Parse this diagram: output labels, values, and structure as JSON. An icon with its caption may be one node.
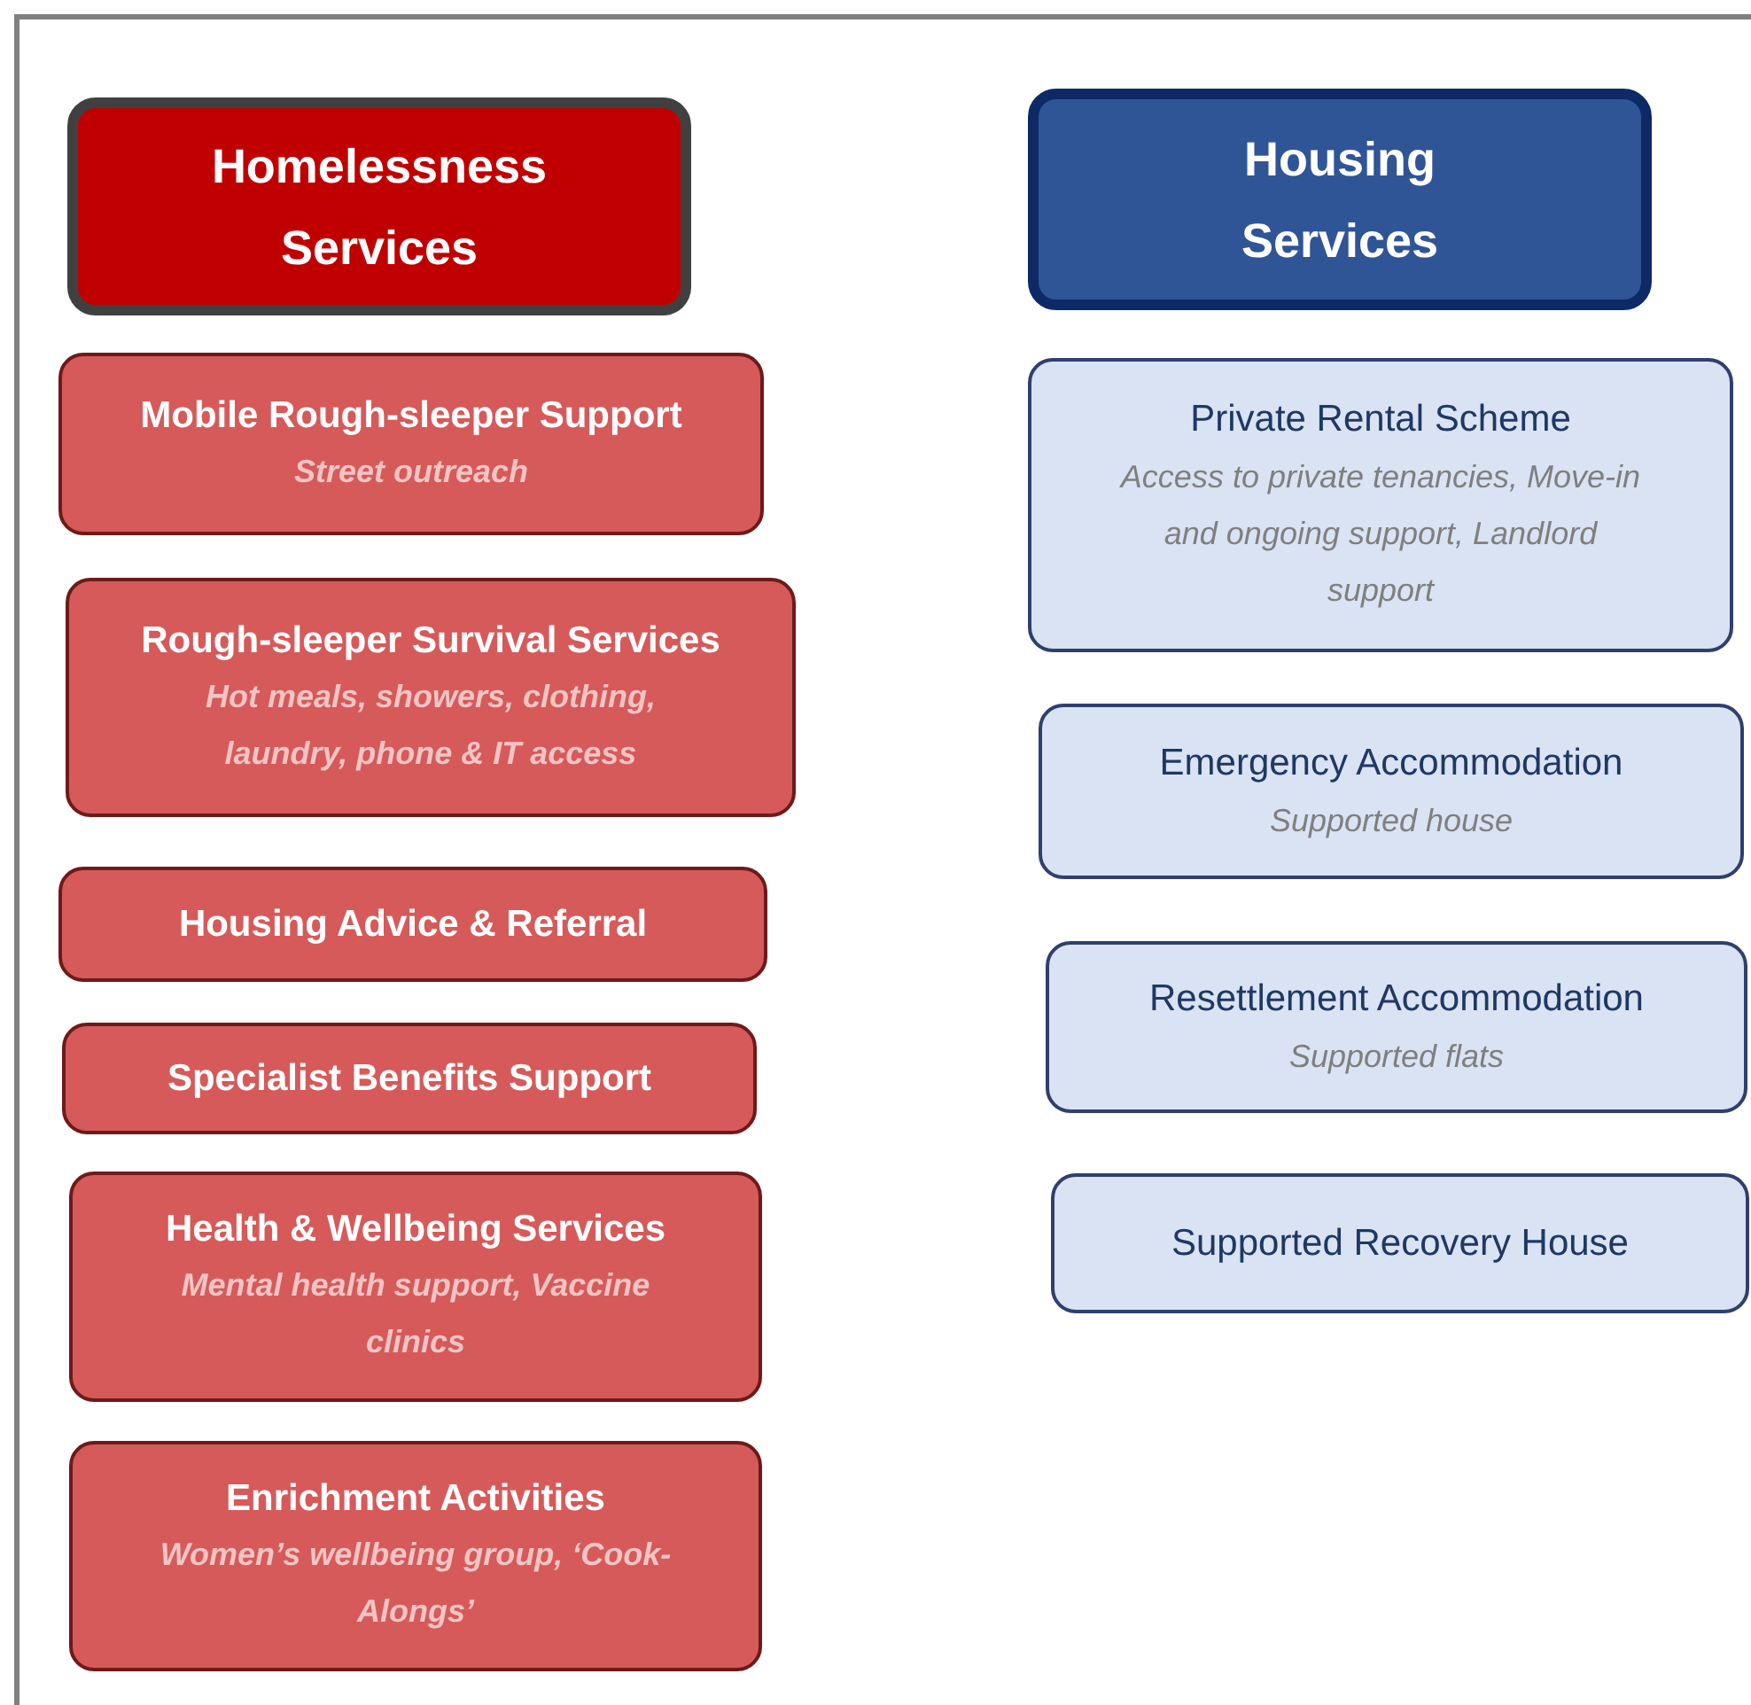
{
  "diagram": {
    "nodes": [
      {
        "text": [
          "Homelessness Services"
        ]
      },
      {
        "text": [
          "Mobile Rough-sleeper Support",
          "Street outreach"
        ]
      },
      {
        "text": [
          "Rough-sleeper Survival Services",
          "Hot meals, showers, clothing, laundry, phone & IT access"
        ]
      },
      {
        "text": [
          "Housing Advice & Referral"
        ]
      },
      {
        "text": [
          "Specialist Benefits Support"
        ]
      },
      {
        "text": [
          "Health & Wellbeing Services",
          "Mental health support, Vaccine clinics"
        ]
      },
      {
        "text": [
          "Enrichment Activities",
          "Women’s wellbeing group, ‘Cook-Alongs’"
        ]
      },
      {
        "text": [
          "Housing Services"
        ]
      },
      {
        "text": [
          "Private Rental Scheme",
          "Access to private tenancies, Move-in and ongoing support, Landlord support"
        ]
      },
      {
        "text": [
          "Emergency Accommodation",
          "Supported house"
        ]
      },
      {
        "text": [
          "Resettlement Accommodation",
          "Supported flats"
        ]
      },
      {
        "text": [
          "Supported Recovery House"
        ]
      }
    ]
  }
}
